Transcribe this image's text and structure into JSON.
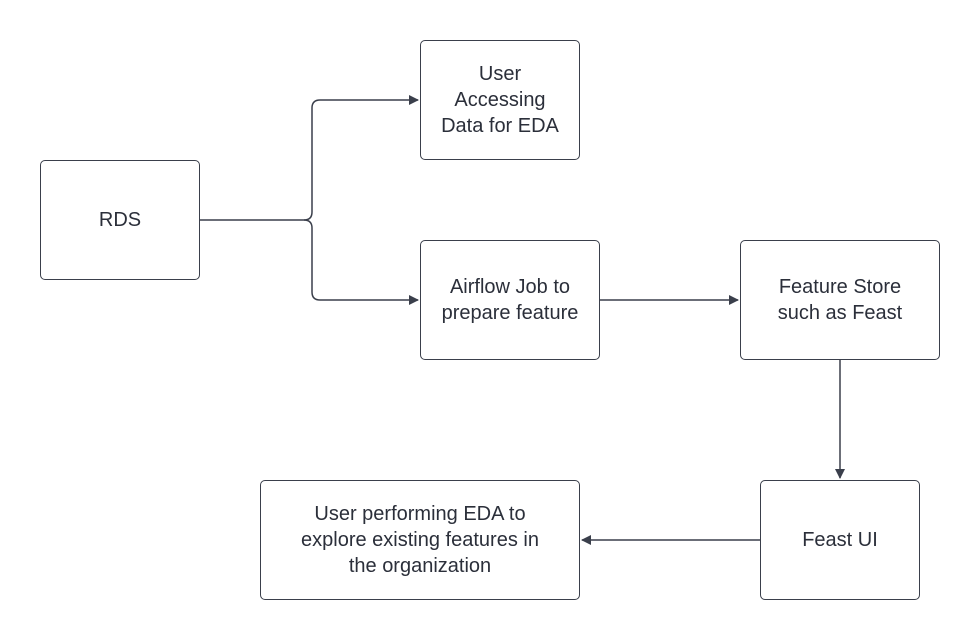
{
  "diagram": {
    "nodes": {
      "rds": "RDS",
      "user_accessing": "User\nAccessing\nData for EDA",
      "airflow_job": "Airflow Job to\nprepare feature",
      "feature_store": "Feature Store\nsuch as Feast",
      "feast_ui": "Feast UI",
      "user_performing": "User performing EDA to\nexplore existing features in\nthe organization"
    },
    "edges": [
      {
        "from": "rds",
        "to": "user_accessing"
      },
      {
        "from": "rds",
        "to": "airflow_job"
      },
      {
        "from": "airflow_job",
        "to": "feature_store"
      },
      {
        "from": "feature_store",
        "to": "feast_ui"
      },
      {
        "from": "feast_ui",
        "to": "user_performing"
      }
    ],
    "colors": {
      "stroke": "#3a3f4b",
      "text": "#2b2f3a",
      "background": "#ffffff"
    }
  }
}
